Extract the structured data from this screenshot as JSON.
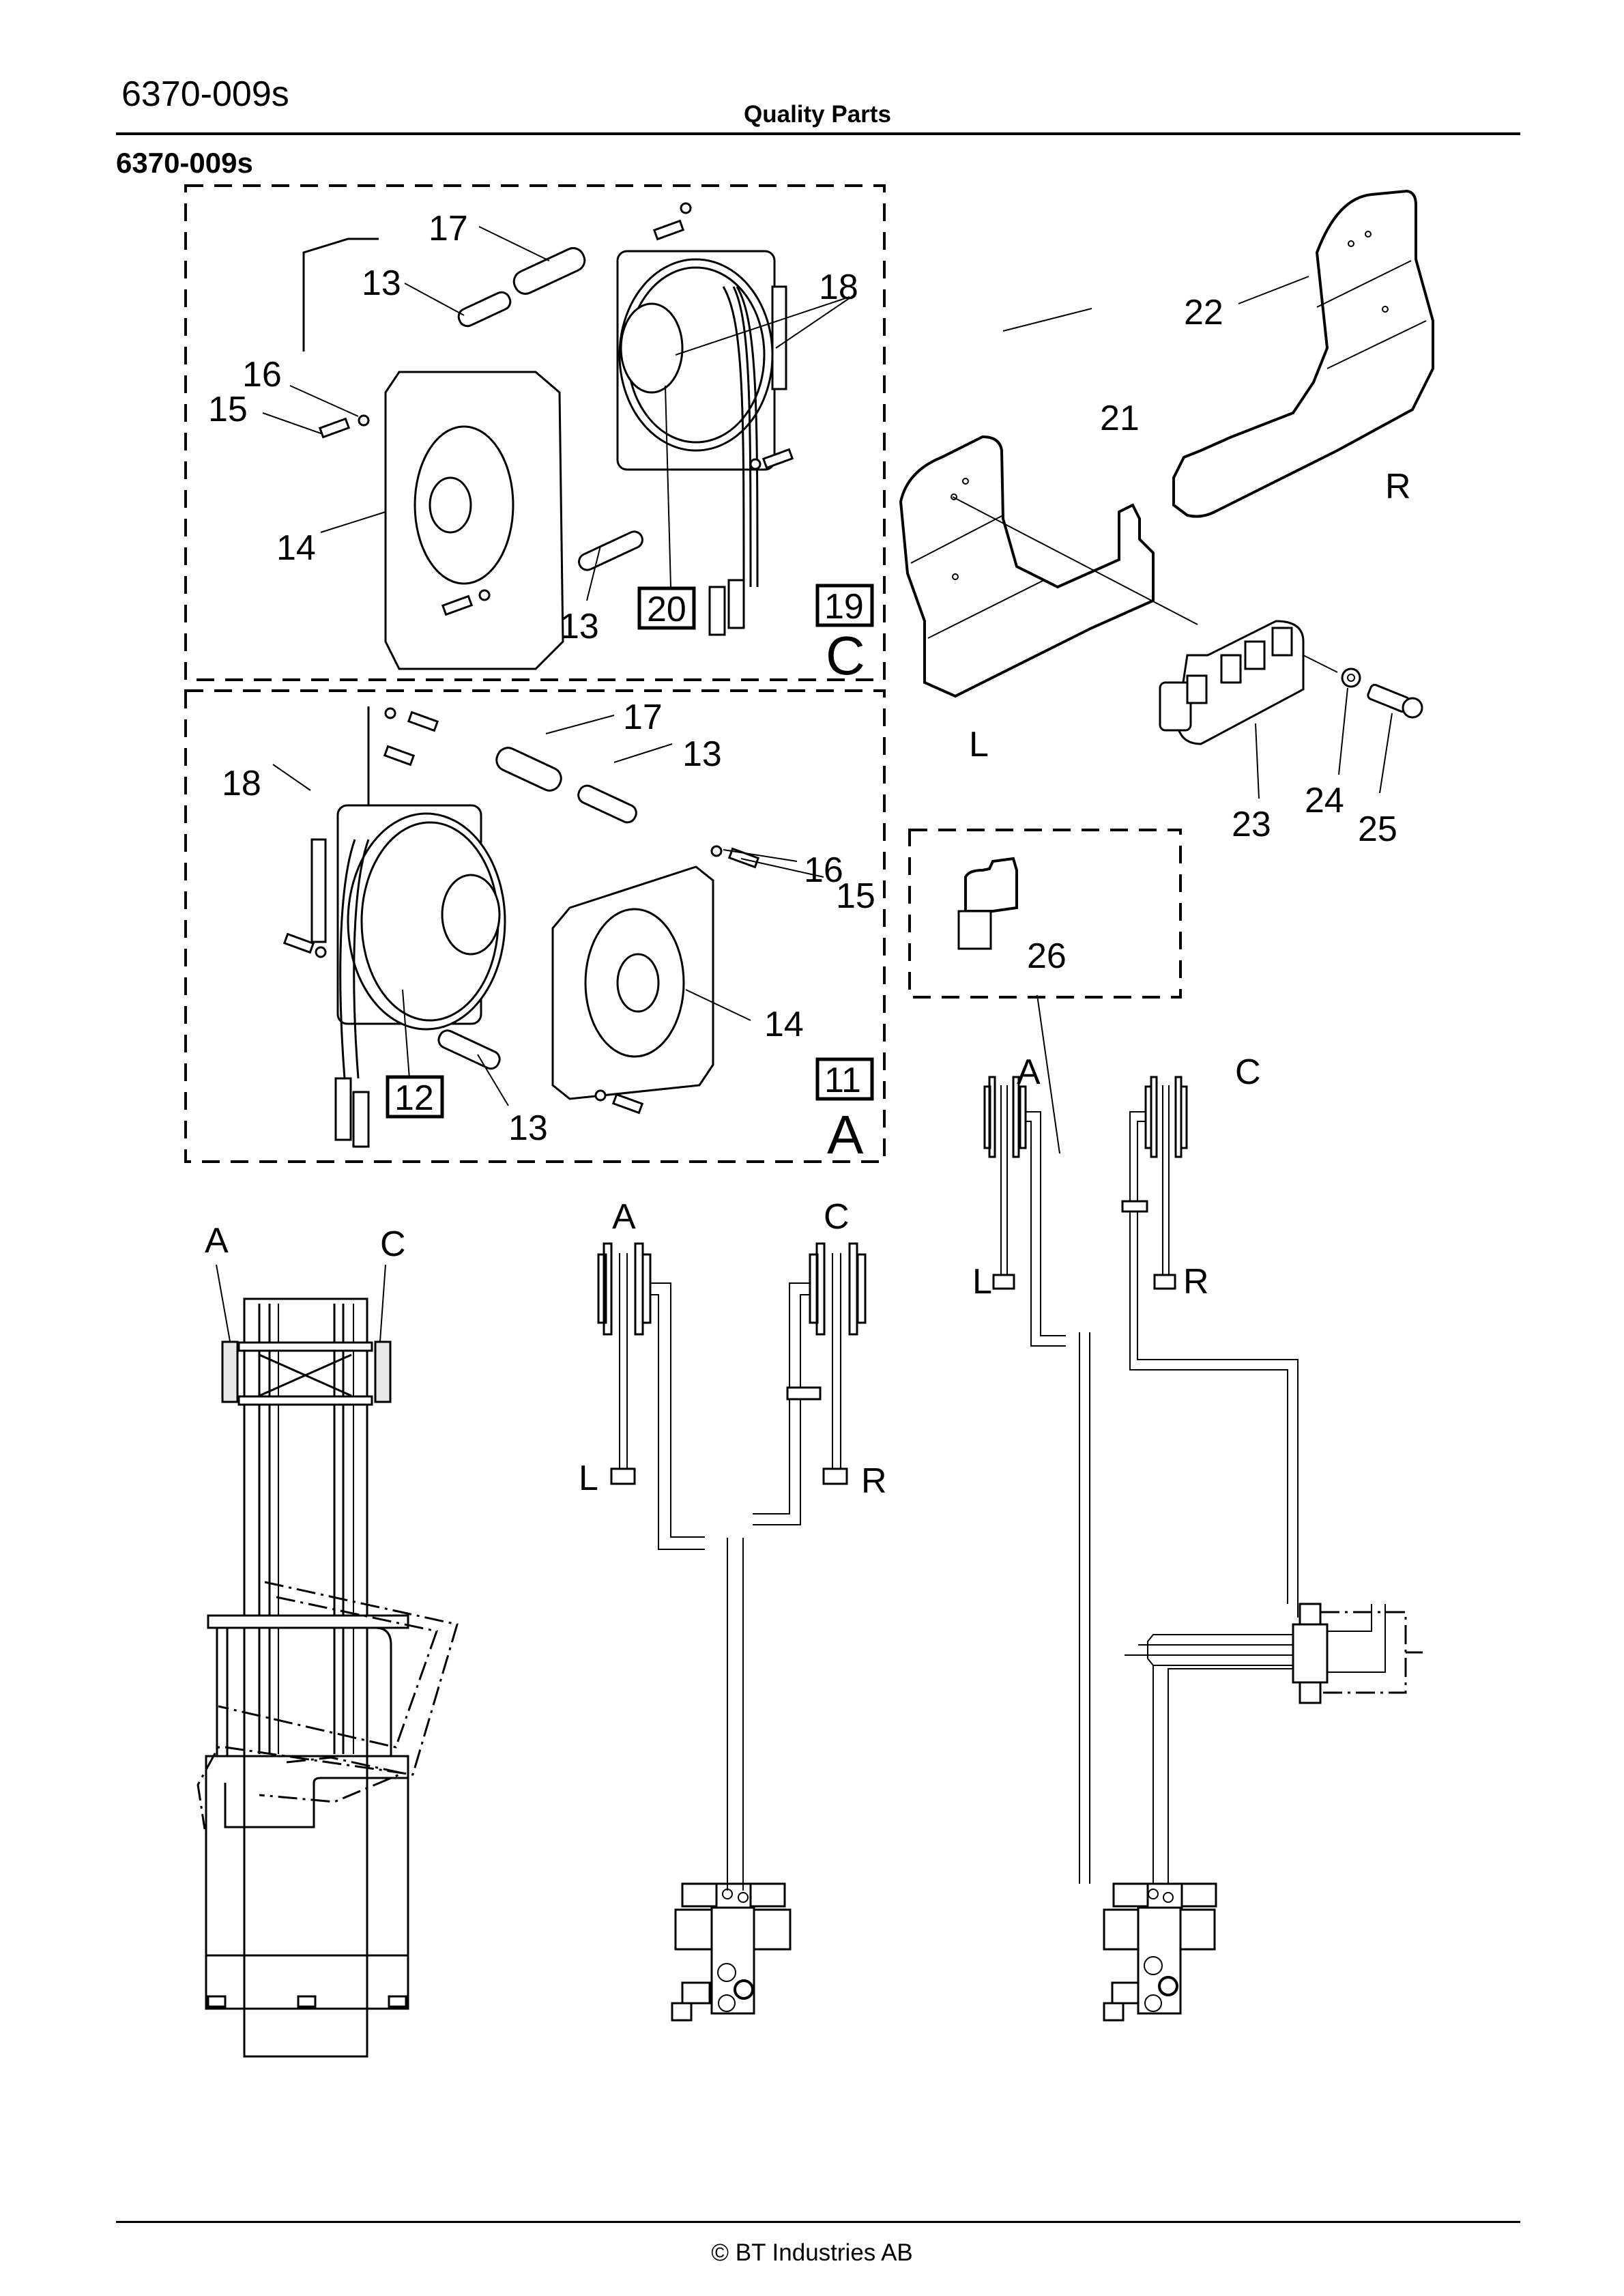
{
  "header": {
    "document_code": "6370-009s",
    "center_title": "Quality Parts",
    "section_code": "6370-009s"
  },
  "footer": {
    "copyright": "© BT Industries AB"
  },
  "figures": {
    "reel_c": {
      "callouts": [
        "17",
        "13",
        "18",
        "16",
        "15",
        "14",
        "13",
        "20"
      ],
      "kit_number": "19",
      "position_letter": "C"
    },
    "reel_a": {
      "callouts": [
        "17",
        "13",
        "18",
        "16",
        "15",
        "14",
        "13",
        "12"
      ],
      "kit_number": "11",
      "position_letter": "A"
    },
    "valve_brackets": {
      "callouts": [
        "22",
        "21",
        "23",
        "24",
        "25"
      ],
      "side_labels": [
        "R",
        "L"
      ]
    },
    "elbow_fitting": {
      "callout": "26"
    },
    "mast_overview": {
      "labels": [
        "A",
        "C"
      ]
    },
    "hose_schematic_1": {
      "reel_labels": [
        "A",
        "C"
      ],
      "side_labels": [
        "L",
        "R"
      ]
    },
    "hose_schematic_2": {
      "reel_labels": [
        "A",
        "C"
      ],
      "side_labels": [
        "L",
        "R"
      ]
    }
  }
}
